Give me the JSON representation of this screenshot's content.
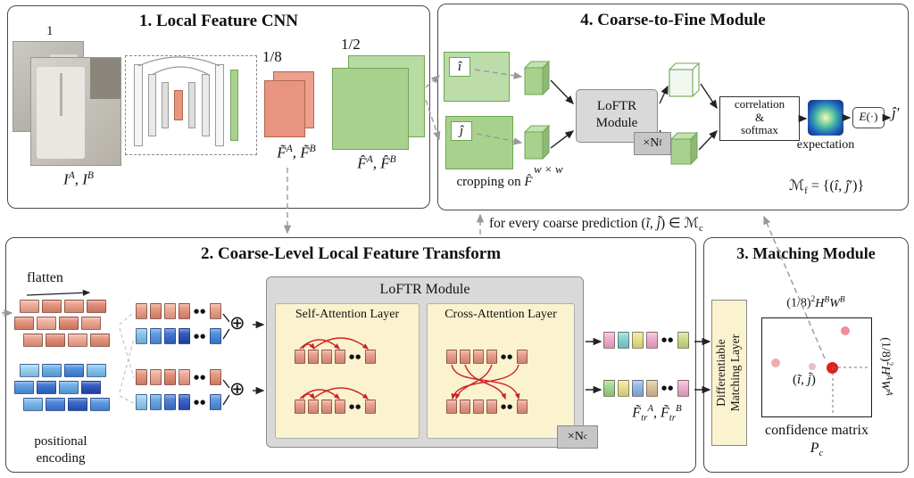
{
  "module1": {
    "title": "1. Local Feature CNN",
    "image_index": "1",
    "images_label": "I<sup>A</sup>, I<sup>B</sup>",
    "scale_coarse": "1/8",
    "scale_fine": "1/2",
    "coarse_features": "F̃<sup>A</sup>, F̃<sup>B</sup>",
    "fine_features": "F̂<sup>A</sup>, F̂<sup>B</sup>"
  },
  "module2": {
    "title": "2. Coarse-Level Local Feature Transform",
    "flatten_label": "flatten",
    "positional_encoding": "positional<br>encoding",
    "loftr_module_title": "LoFTR Module",
    "self_attention_title": "Self-Attention Layer",
    "cross_attention_title": "Cross-Attention Layer",
    "repeat_badge": "×N<sub>c</sub>",
    "plus_symbol": "⊕",
    "transformed_features": "F̃<sub>tr</sub><sup>A</sup>, F̃<sub>tr</sub><sup>B</sup>"
  },
  "module3": {
    "title": "3. Matching Module",
    "matching_layer": "Differentiable<br>Matching Layer",
    "dim_top": "(1/8)<sup>2</sup><i>H<sup>B</sup>W<sup>B</sup></i>",
    "dim_right": "(1/8)<sup>2</sup><i>H<sup>A</sup>W<sup>A</sup></i>",
    "match_coord": "(<i>ĩ</i>, <i>j̃</i>)",
    "caption_line1": "confidence matrix",
    "caption_line2": "P<sub>c</sub>"
  },
  "module4": {
    "title": "4. Coarse-to-Fine Module",
    "i_hat": "î",
    "j_hat": "ĵ",
    "crop_caption": "cropping on <i>F̂</i>",
    "window_size": "w × w",
    "loftr_module": "LoFTR<br>Module",
    "repeat_badge": "×N<sub>f</sub>",
    "correlation_softmax": "correlation<br>&amp;<br>softmax",
    "expectation_label": "expectation",
    "expectation_operator": "<i>E</i>(·)",
    "j_hat_prime": "ĵ′",
    "fine_matches": "ℳ<sub>f</sub> = {(<i>î</i>, <i>ĵ</i>′)}"
  },
  "connector": {
    "coarse_prediction": "for every coarse prediction (<i>ĩ</i>, <i>j̃</i>) ∈ ℳ<sub>c</sub>"
  },
  "blocks": {
    "dots_glyph": "●●",
    "cluster_salmon": [
      [
        "#f0a48e",
        "#e68a70",
        "#eb9882",
        "#e2826a"
      ],
      [
        "#e68a70",
        "#f2ab96",
        "#e2826a",
        "#ee9e88"
      ],
      [
        "#eb9882",
        "#e2826a",
        "#f0a48e",
        "#e68a70"
      ]
    ],
    "cluster_blue": [
      [
        "#8ed2f0",
        "#5cace6",
        "#3c84da",
        "#78c0ec"
      ],
      [
        "#4c94e2",
        "#2c68cc",
        "#5ca6e6",
        "#2048b8"
      ],
      [
        "#6cb2ea",
        "#3c7ad6",
        "#2456c2",
        "#4c90de"
      ]
    ],
    "seq_salmon_a": [
      "#eb9882",
      "#e68a70",
      "#f0a48e",
      "#e68a70",
      "..",
      "#eb9882"
    ],
    "seq_blue_a": [
      "#7cc0ea",
      "#4b92de",
      "#2e66cc",
      "#1e46b4",
      "..",
      "#3c82d8"
    ],
    "seq_salmon_b": [
      "#e68a70",
      "#f0a48e",
      "#e2826a",
      "#ee9e88",
      "..",
      "#e68a70"
    ],
    "seq_blue_b": [
      "#8cccee",
      "#5a9ee2",
      "#3a74d2",
      "#2752c0",
      "..",
      "#4c8cdc"
    ],
    "attn_row": [
      "#e8947f",
      "#e8947f",
      "#e8947f",
      "#e8947f",
      "..",
      "#e8947f"
    ],
    "out_row_a": [
      "#f0a8cc",
      "#7ad0d4",
      "#e8e088",
      "#f0a8cc",
      "..",
      "#c8dc84"
    ],
    "out_row_b": [
      "#9cd488",
      "#e8e088",
      "#8cb0e8",
      "#d8c094",
      "..",
      "#f0a8cc"
    ]
  },
  "colors": {
    "coarse_feature": "#e8947f",
    "fine_feature": "#a9d18e",
    "attention_box": "#fbf2cf",
    "module_gray": "#d9d9d9",
    "match_dot": "#e02020",
    "arc_red": "#cc2222"
  }
}
